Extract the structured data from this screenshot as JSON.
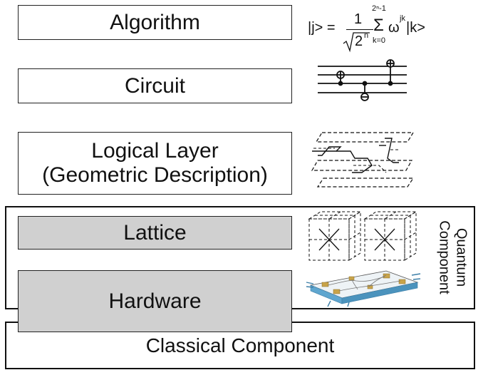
{
  "layers": {
    "algorithm": "Algorithm",
    "circuit": "Circuit",
    "logical_line1": "Logical Layer",
    "logical_line2": "(Geometric Description)",
    "lattice": "Lattice",
    "hardware": "Hardware"
  },
  "quantum_component": {
    "line1": "Quantum",
    "line2": "Component"
  },
  "classical_component": "Classical Component",
  "formula": {
    "lhs": "|j> =",
    "numerator": "1",
    "sqrt_base": "2",
    "sqrt_exp": "n",
    "sum_upper": "2ⁿ-1",
    "sum_lower": "k=0",
    "sigma": "Σ",
    "omega": "ω",
    "omega_exp": "jk",
    "ket": "|k>"
  },
  "colors": {
    "box_fill_grey": "#d0d0d0",
    "border": "#222222",
    "chip_blue": "#5fa6cf"
  }
}
